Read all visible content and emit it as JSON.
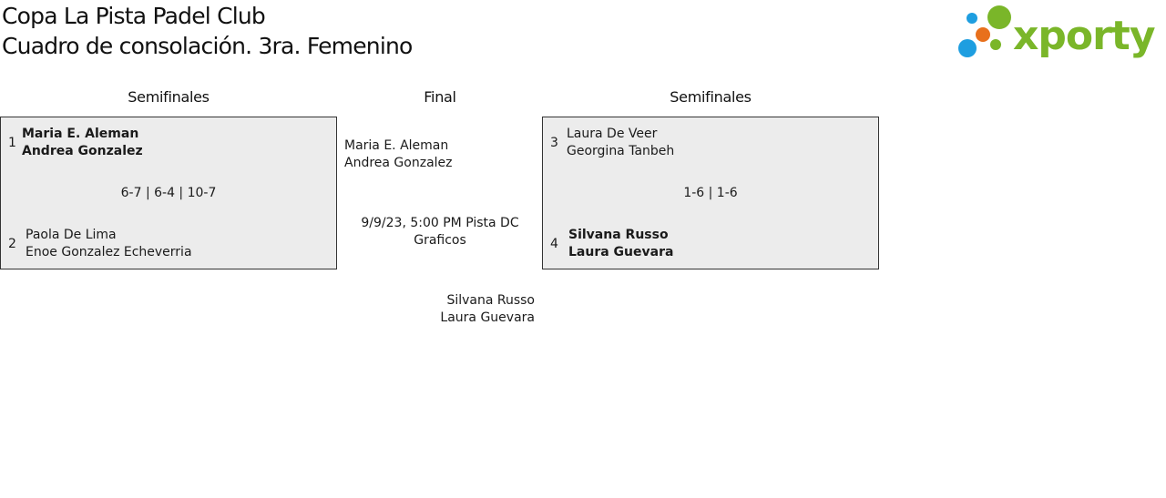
{
  "header": {
    "title": "Copa La Pista Padel Club",
    "subtitle": "Cuadro de consolación. 3ra. Femenino"
  },
  "logo": {
    "text": "xporty",
    "colors": {
      "green": "#7ab629",
      "blue": "#1e9ee0",
      "orange": "#e8701c"
    }
  },
  "columns": {
    "left": "Semifinales",
    "center": "Final",
    "right": "Semifinales"
  },
  "semifinal_left": {
    "team1": {
      "seed": "1",
      "players": [
        "Maria E. Aleman",
        "Andrea Gonzalez"
      ],
      "winner": true
    },
    "score": "6-7 | 6-4 | 10-7",
    "team2": {
      "seed": "2",
      "players": [
        "Paola De Lima",
        "Enoe Gonzalez Echeverria"
      ],
      "winner": false
    }
  },
  "semifinal_right": {
    "team1": {
      "seed": "3",
      "players": [
        "Laura De Veer",
        "Georgina Tanbeh"
      ],
      "winner": false
    },
    "score": "1-6 | 1-6",
    "team2": {
      "seed": "4",
      "players": [
        "Silvana Russo",
        "Laura Guevara"
      ],
      "winner": true
    }
  },
  "final": {
    "top_team": [
      "Maria E. Aleman",
      "Andrea Gonzalez"
    ],
    "info": "9/9/23, 5:00 PM Pista DC Graficos",
    "bottom_team": [
      "Silvana Russo",
      "Laura Guevara"
    ]
  }
}
